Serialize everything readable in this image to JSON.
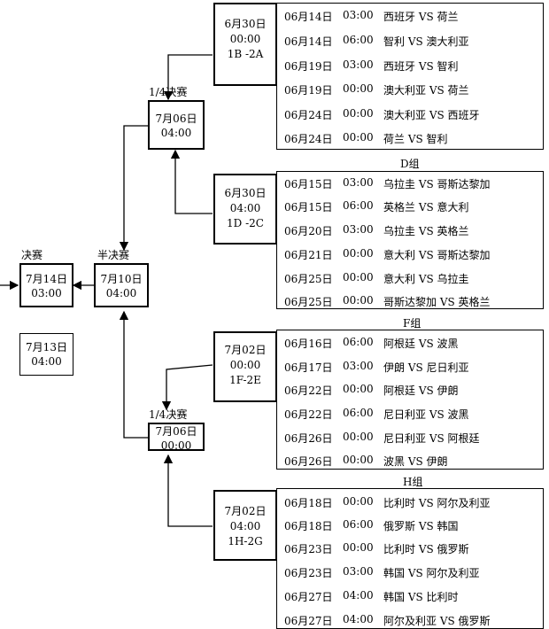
{
  "final": {
    "label": "决赛",
    "line1": "7月14日",
    "line2": "03:00"
  },
  "third_place": {
    "line1": "7月13日",
    "line2": "04:00"
  },
  "semi": {
    "label": "半决赛",
    "line1": "7月10日",
    "line2": "04:00"
  },
  "qf_top": {
    "label": "1/4决赛",
    "line1": "7月06日",
    "line2": "04:00"
  },
  "qf_bottom": {
    "label": "1/4决赛",
    "line1": "7月06日",
    "line2": "00:00"
  },
  "r16": [
    {
      "line1": "6月30日",
      "line2": "00:00",
      "line3": "1B -2A"
    },
    {
      "line1": "6月30日",
      "line2": "04:00",
      "line3": "1D -2C"
    },
    {
      "line1": "7月02日",
      "line2": "00:00",
      "line3": "1F-2E"
    },
    {
      "line1": "7月02日",
      "line2": "04:00",
      "line3": "1H-2G"
    }
  ],
  "groups": [
    {
      "title": "",
      "matches": [
        {
          "date": "06月14日",
          "time": "03:00",
          "teams": "西班牙 VS 荷兰"
        },
        {
          "date": "06月14日",
          "time": "06:00",
          "teams": "智利 VS 澳大利亚"
        },
        {
          "date": "06月19日",
          "time": "03:00",
          "teams": "西班牙 VS 智利"
        },
        {
          "date": "06月19日",
          "time": "00:00",
          "teams": "澳大利亚 VS 荷兰"
        },
        {
          "date": "06月24日",
          "time": "00:00",
          "teams": "澳大利亚 VS 西班牙"
        },
        {
          "date": "06月24日",
          "time": "00:00",
          "teams": "荷兰 VS 智利"
        }
      ]
    },
    {
      "title": "D组",
      "matches": [
        {
          "date": "06月15日",
          "time": "03:00",
          "teams": "乌拉圭 VS 哥斯达黎加"
        },
        {
          "date": "06月15日",
          "time": "06:00",
          "teams": "英格兰 VS 意大利"
        },
        {
          "date": "06月20日",
          "time": "03:00",
          "teams": "乌拉圭 VS 英格兰"
        },
        {
          "date": "06月21日",
          "time": "00:00",
          "teams": "意大利 VS 哥斯达黎加"
        },
        {
          "date": "06月25日",
          "time": "00:00",
          "teams": "意大利 VS 乌拉圭"
        },
        {
          "date": "06月25日",
          "time": "00:00",
          "teams": "哥斯达黎加 VS 英格兰"
        }
      ]
    },
    {
      "title": "F组",
      "matches": [
        {
          "date": "06月16日",
          "time": "06:00",
          "teams": "阿根廷 VS 波黑"
        },
        {
          "date": "06月17日",
          "time": "03:00",
          "teams": "伊朗 VS 尼日利亚"
        },
        {
          "date": "06月22日",
          "time": "00:00",
          "teams": "阿根廷 VS 伊朗"
        },
        {
          "date": "06月22日",
          "time": "06:00",
          "teams": "尼日利亚 VS 波黑"
        },
        {
          "date": "06月26日",
          "time": "00:00",
          "teams": "尼日利亚 VS 阿根廷"
        },
        {
          "date": "06月26日",
          "time": "00:00",
          "teams": "波黑 VS 伊朗"
        }
      ]
    },
    {
      "title": "H组",
      "matches": [
        {
          "date": "06月18日",
          "time": "00:00",
          "teams": "比利时 VS 阿尔及利亚"
        },
        {
          "date": "06月18日",
          "time": "06:00",
          "teams": "俄罗斯 VS 韩国"
        },
        {
          "date": "06月23日",
          "time": "00:00",
          "teams": "比利时 VS 俄罗斯"
        },
        {
          "date": "06月23日",
          "time": "03:00",
          "teams": "韩国 VS 阿尔及利亚"
        },
        {
          "date": "06月27日",
          "time": "04:00",
          "teams": "韩国 VS 比利时"
        },
        {
          "date": "06月27日",
          "time": "04:00",
          "teams": "阿尔及利亚 VS 俄罗斯"
        }
      ]
    }
  ]
}
